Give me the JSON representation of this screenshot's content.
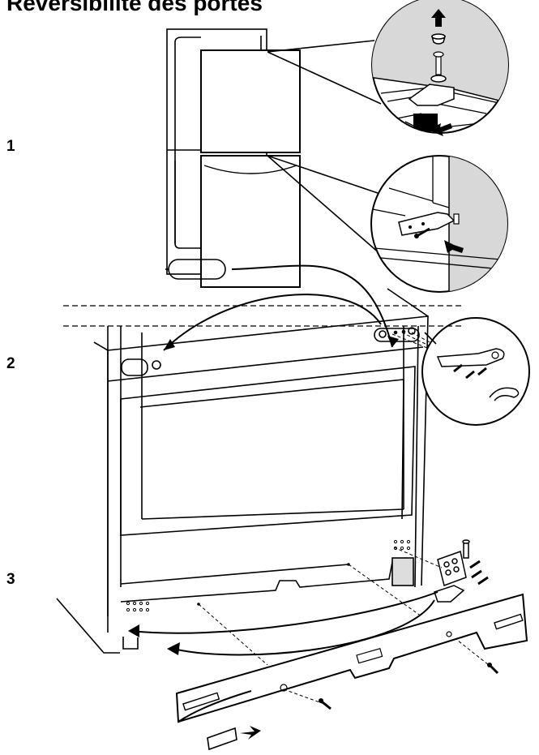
{
  "page": {
    "title": "Reversibilité des portes"
  },
  "steps": [
    {
      "label": "1"
    },
    {
      "label": "2"
    },
    {
      "label": "3"
    }
  ],
  "colors": {
    "wall_gray": "#d8d8d8",
    "line": "#000000",
    "background": "#ffffff"
  },
  "icons": {
    "arrow_up": "up-arrow-icon",
    "arrow_out": "pull-arrow-icon",
    "screw": "screw-icon",
    "hinge": "hinge-icon"
  }
}
